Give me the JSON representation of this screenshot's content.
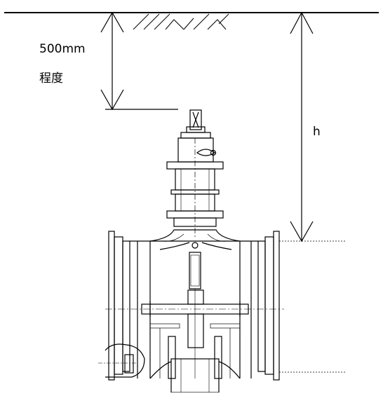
{
  "labels": {
    "depth": "500mm",
    "approx": "程度",
    "height": "h"
  },
  "colors": {
    "line": "#000000",
    "background": "#ffffff"
  }
}
